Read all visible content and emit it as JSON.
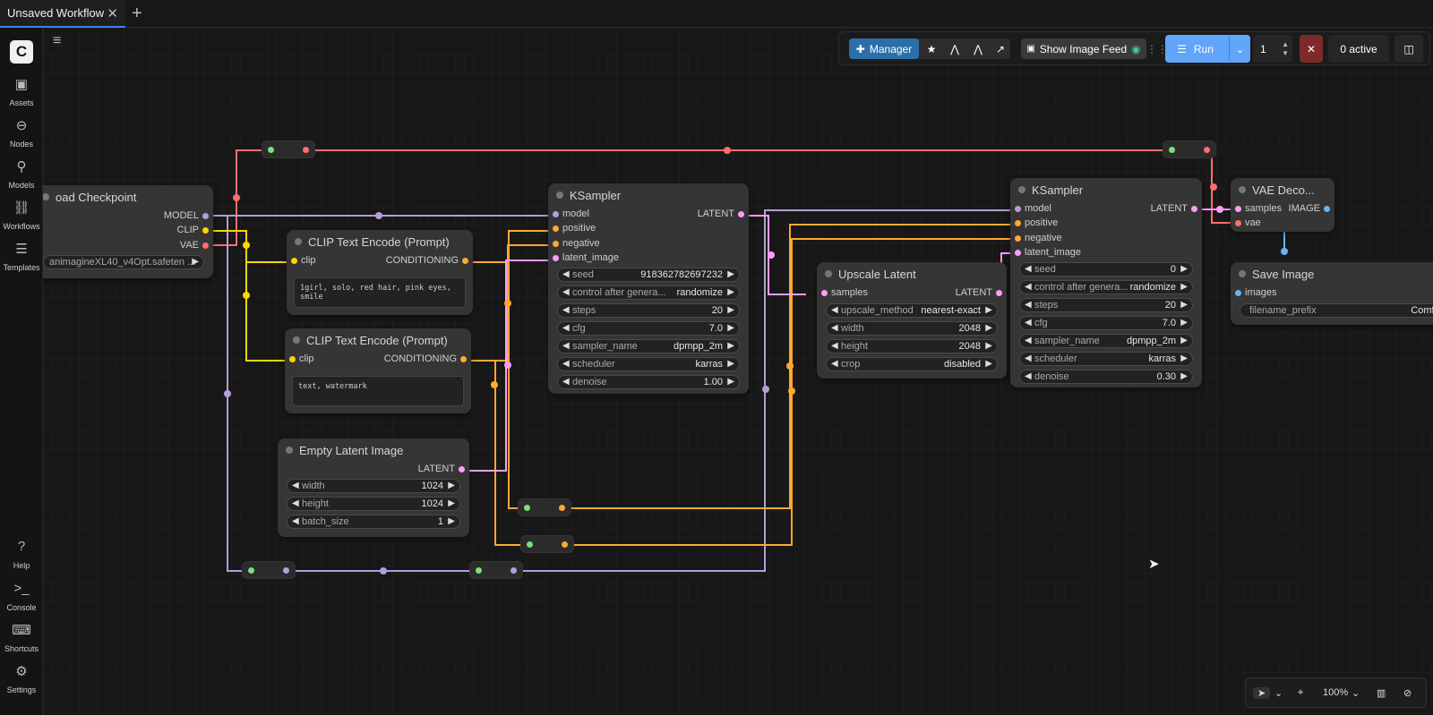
{
  "tab": {
    "title": "Unsaved Workflow",
    "close": "✕",
    "new": "+"
  },
  "sidebar": {
    "logo": "C",
    "items": [
      {
        "label": "Assets",
        "icon": "image-icon"
      },
      {
        "label": "Nodes",
        "icon": "node-icon"
      },
      {
        "label": "Models",
        "icon": "models-icon"
      },
      {
        "label": "Workflows",
        "icon": "workflow-icon"
      },
      {
        "label": "Templates",
        "icon": "templates-icon"
      }
    ],
    "bottom": [
      {
        "label": "Help",
        "icon": "help-icon"
      },
      {
        "label": "Console",
        "icon": "console-icon"
      },
      {
        "label": "Shortcuts",
        "icon": "keyboard-icon"
      },
      {
        "label": "Settings",
        "icon": "gear-icon"
      }
    ]
  },
  "toolbar": {
    "manager": "Manager",
    "image_feed": "Show Image Feed",
    "run": "Run",
    "batch_count": "1",
    "active": "0 active"
  },
  "nodes": {
    "load_checkpoint": {
      "title": "oad Checkpoint",
      "outputs": [
        "MODEL",
        "CLIP",
        "VAE"
      ],
      "ckpt_name": "animagineXL40_v4Opt.safeten ..."
    },
    "clip_pos": {
      "title": "CLIP Text Encode (Prompt)",
      "input": "clip",
      "output": "CONDITIONING",
      "text": "1girl, solo, red hair, pink eyes, smile"
    },
    "clip_neg": {
      "title": "CLIP Text Encode (Prompt)",
      "input": "clip",
      "output": "CONDITIONING",
      "text": "text, watermark"
    },
    "empty_latent": {
      "title": "Empty Latent Image",
      "output": "LATENT",
      "widgets": [
        {
          "label": "width",
          "value": "1024"
        },
        {
          "label": "height",
          "value": "1024"
        },
        {
          "label": "batch_size",
          "value": "1"
        }
      ]
    },
    "ksampler1": {
      "title": "KSampler",
      "inputs": [
        "model",
        "positive",
        "negative",
        "latent_image"
      ],
      "output": "LATENT",
      "widgets": [
        {
          "label": "seed",
          "value": "918362782697232"
        },
        {
          "label": "control after genera...",
          "value": "randomize"
        },
        {
          "label": "steps",
          "value": "20"
        },
        {
          "label": "cfg",
          "value": "7.0"
        },
        {
          "label": "sampler_name",
          "value": "dpmpp_2m"
        },
        {
          "label": "scheduler",
          "value": "karras"
        },
        {
          "label": "denoise",
          "value": "1.00"
        }
      ]
    },
    "upscale": {
      "title": "Upscale Latent",
      "input": "samples",
      "output": "LATENT",
      "widgets": [
        {
          "label": "upscale_method",
          "value": "nearest-exact"
        },
        {
          "label": "width",
          "value": "2048"
        },
        {
          "label": "height",
          "value": "2048"
        },
        {
          "label": "crop",
          "value": "disabled"
        }
      ]
    },
    "ksampler2": {
      "title": "KSampler",
      "inputs": [
        "model",
        "positive",
        "negative",
        "latent_image"
      ],
      "output": "LATENT",
      "widgets": [
        {
          "label": "seed",
          "value": "0"
        },
        {
          "label": "control after genera...",
          "value": "randomize"
        },
        {
          "label": "steps",
          "value": "20"
        },
        {
          "label": "cfg",
          "value": "7.0"
        },
        {
          "label": "sampler_name",
          "value": "dpmpp_2m"
        },
        {
          "label": "scheduler",
          "value": "karras"
        },
        {
          "label": "denoise",
          "value": "0.30"
        }
      ]
    },
    "vae_decode": {
      "title": "VAE Deco...",
      "inputs": [
        "samples",
        "vae"
      ],
      "output": "IMAGE"
    },
    "save_image": {
      "title": "Save Image",
      "input": "images",
      "widget_label": "filename_prefix",
      "widget_value": "ComfyU"
    }
  },
  "zoom": {
    "level": "100%"
  },
  "colors": {
    "model": "#b39ddb",
    "clip": "#ffd500",
    "vae": "#ff6e6e",
    "conditioning": "#ffa931",
    "latent": "#ff9cf9",
    "image": "#64b5f6",
    "accent": "#3b82f6"
  }
}
